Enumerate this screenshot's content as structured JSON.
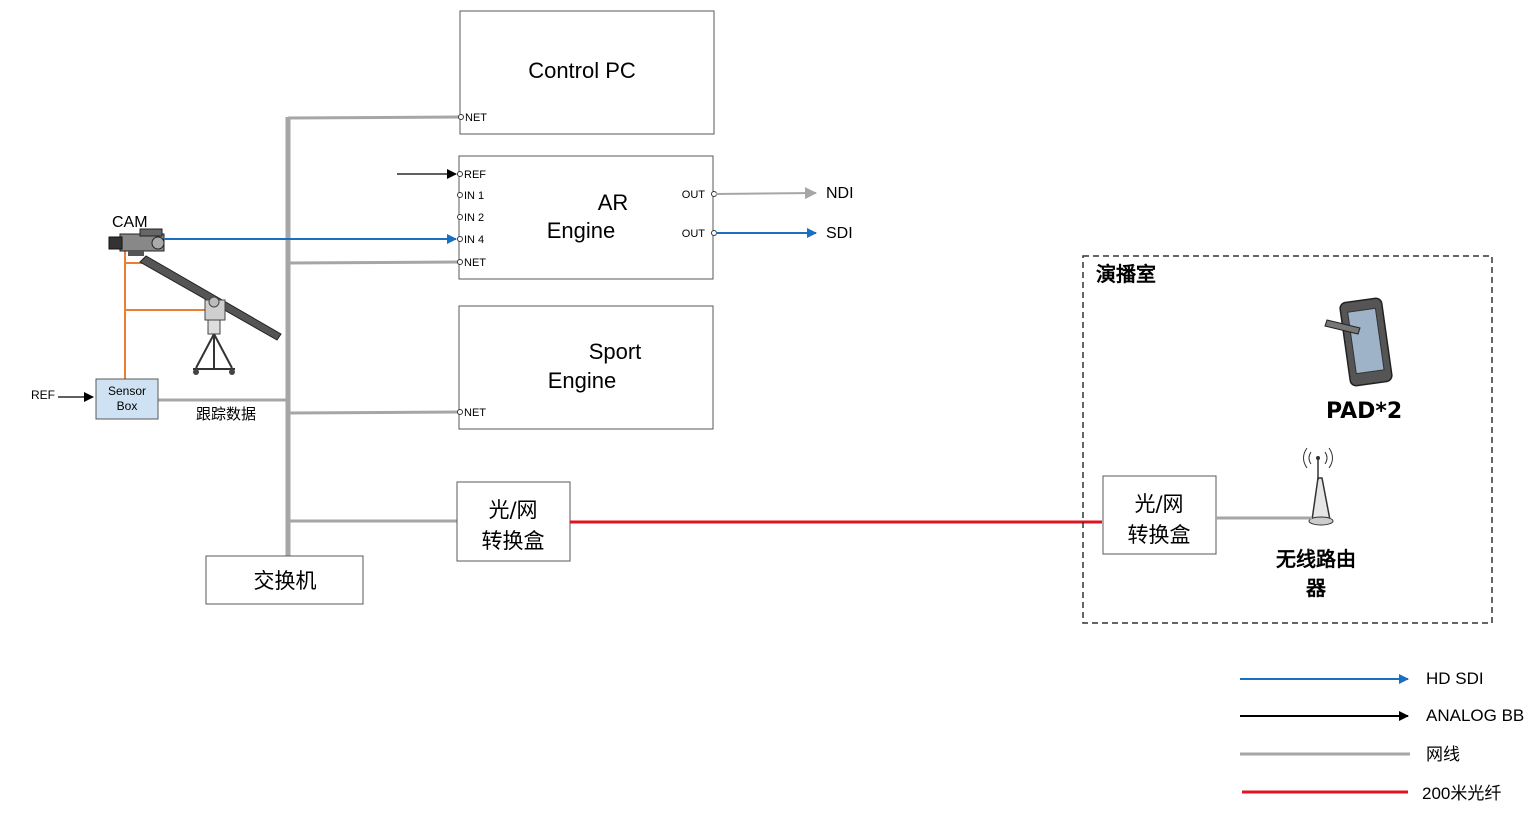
{
  "boxes": {
    "control_pc": {
      "title": "Control PC",
      "port_net": "NET"
    },
    "ar_engine": {
      "title_line1": "AR",
      "title_line2": "Engine",
      "port_ref": "REF",
      "port_in1": "IN 1",
      "port_in2": "IN 2",
      "port_in4": "IN 4",
      "port_net": "NET",
      "port_out1": "OUT",
      "port_out2": "OUT"
    },
    "sport_engine": {
      "title_line1": "Sport",
      "title_line2": "Engine",
      "port_net": "NET"
    },
    "converter_left": {
      "line1": "光/网",
      "line2": "转换盒"
    },
    "converter_right": {
      "line1": "光/网",
      "line2": "转换盒"
    },
    "switch": {
      "label": "交换机"
    },
    "sensor_box": {
      "line1": "Sensor",
      "line2": "Box"
    }
  },
  "labels": {
    "cam": "CAM",
    "ref_left": "REF",
    "tracking_data": "跟踪数据",
    "ndi": "NDI",
    "sdi": "SDI",
    "studio": "演播室",
    "pad": "PAD*2",
    "router_line1": "无线路由",
    "router_line2": "器"
  },
  "legend": [
    {
      "label": "HD SDI",
      "color": "#1a6fc0"
    },
    {
      "label": "ANALOG BB",
      "color": "#000000"
    },
    {
      "label": "网线",
      "color": "#a6a6a6"
    },
    {
      "label": "200米光纤",
      "color": "#e0141e"
    }
  ],
  "colors": {
    "hd_sdi": "#1a6fc0",
    "analog": "#000000",
    "network": "#a6a6a6",
    "fiber": "#e0141e",
    "tracking_cable": "#ed7d31",
    "sensor_fill": "#cfe2f3"
  }
}
